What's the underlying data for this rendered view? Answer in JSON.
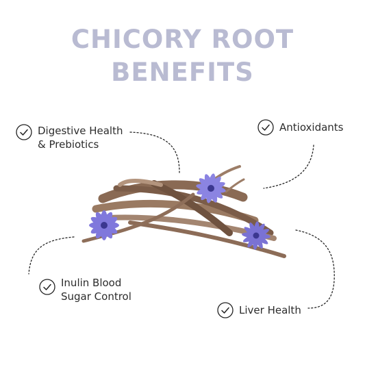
{
  "title": {
    "line1": "CHICORY ROOT",
    "line2": "BENEFITS"
  },
  "benefits": [
    {
      "lines": [
        "Digestive Health",
        "& Prebiotics"
      ],
      "icon": "check-circle-icon"
    },
    {
      "lines": [
        "Antioxidants"
      ],
      "icon": "check-circle-icon"
    },
    {
      "lines": [
        "Inulin Blood",
        "Sugar Control"
      ],
      "icon": "check-circle-icon"
    },
    {
      "lines": [
        "Liver Health"
      ],
      "icon": "check-circle-icon"
    }
  ],
  "colors": {
    "title": "#b9bbd2",
    "text": "#2c2c2c",
    "root": "#8a6a54",
    "flower": "#7f78d8"
  }
}
